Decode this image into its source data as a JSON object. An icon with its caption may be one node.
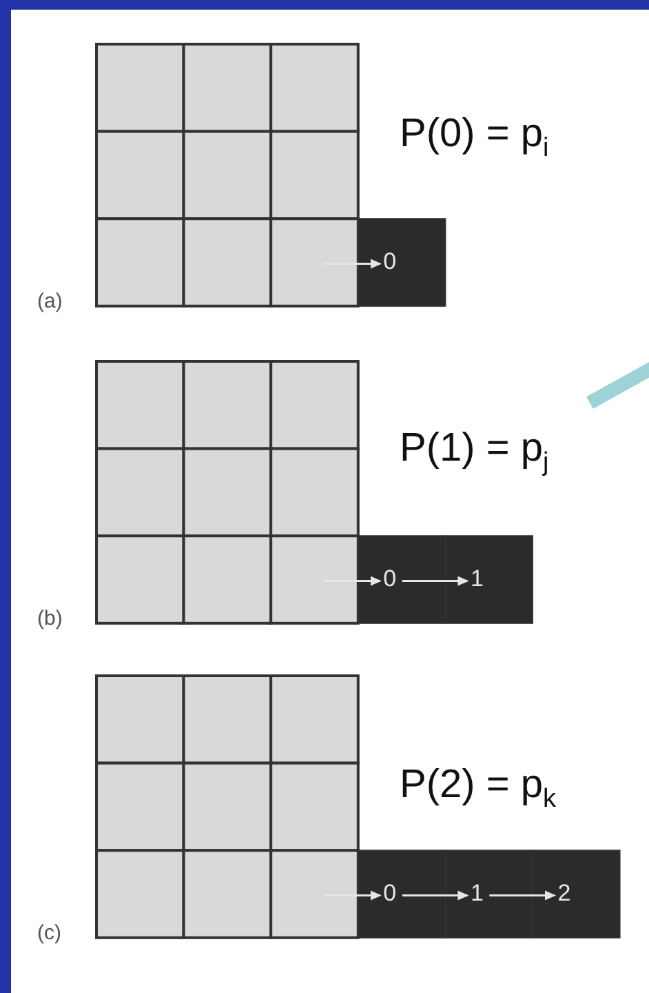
{
  "diagram": {
    "nodes": [
      {
        "text": [
          "0"
        ]
      },
      {
        "text": [
          "0"
        ]
      },
      {
        "text": [
          "1"
        ]
      },
      {
        "text": [
          "0"
        ]
      },
      {
        "text": [
          "1"
        ]
      },
      {
        "text": [
          "2"
        ]
      }
    ],
    "edges": [
      {
        "from": null,
        "to": 0,
        "arrow": "to"
      },
      {
        "from": null,
        "to": 1,
        "arrow": "to"
      },
      {
        "from": 1,
        "to": 2,
        "arrow": "to"
      },
      {
        "from": null,
        "to": 3,
        "arrow": "to"
      },
      {
        "from": 3,
        "to": 4,
        "arrow": "to"
      },
      {
        "from": 4,
        "to": 5,
        "arrow": "to"
      }
    ],
    "labels": [
      "P(0) = p$_{i}$",
      "(a)",
      "P(1) = p$_{j}$",
      "(b)",
      "P(2) = p$_{k}$",
      "(c)"
    ]
  }
}
